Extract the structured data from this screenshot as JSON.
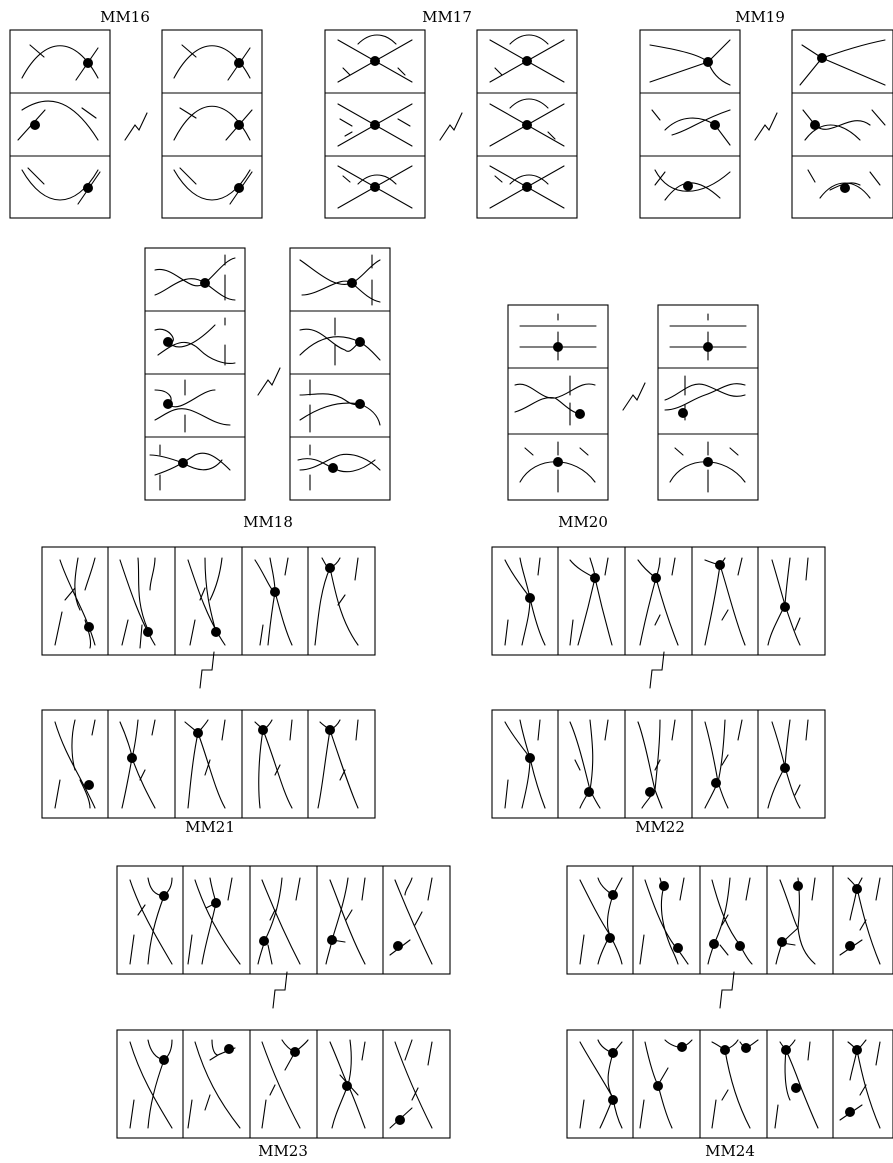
{
  "labels": {
    "mm16": "MM16",
    "mm17": "MM17",
    "mm18": "MM18",
    "mm19": "MM19",
    "mm20": "MM20",
    "mm21": "MM21",
    "mm22": "MM22",
    "mm23": "MM23",
    "mm24": "MM24"
  }
}
